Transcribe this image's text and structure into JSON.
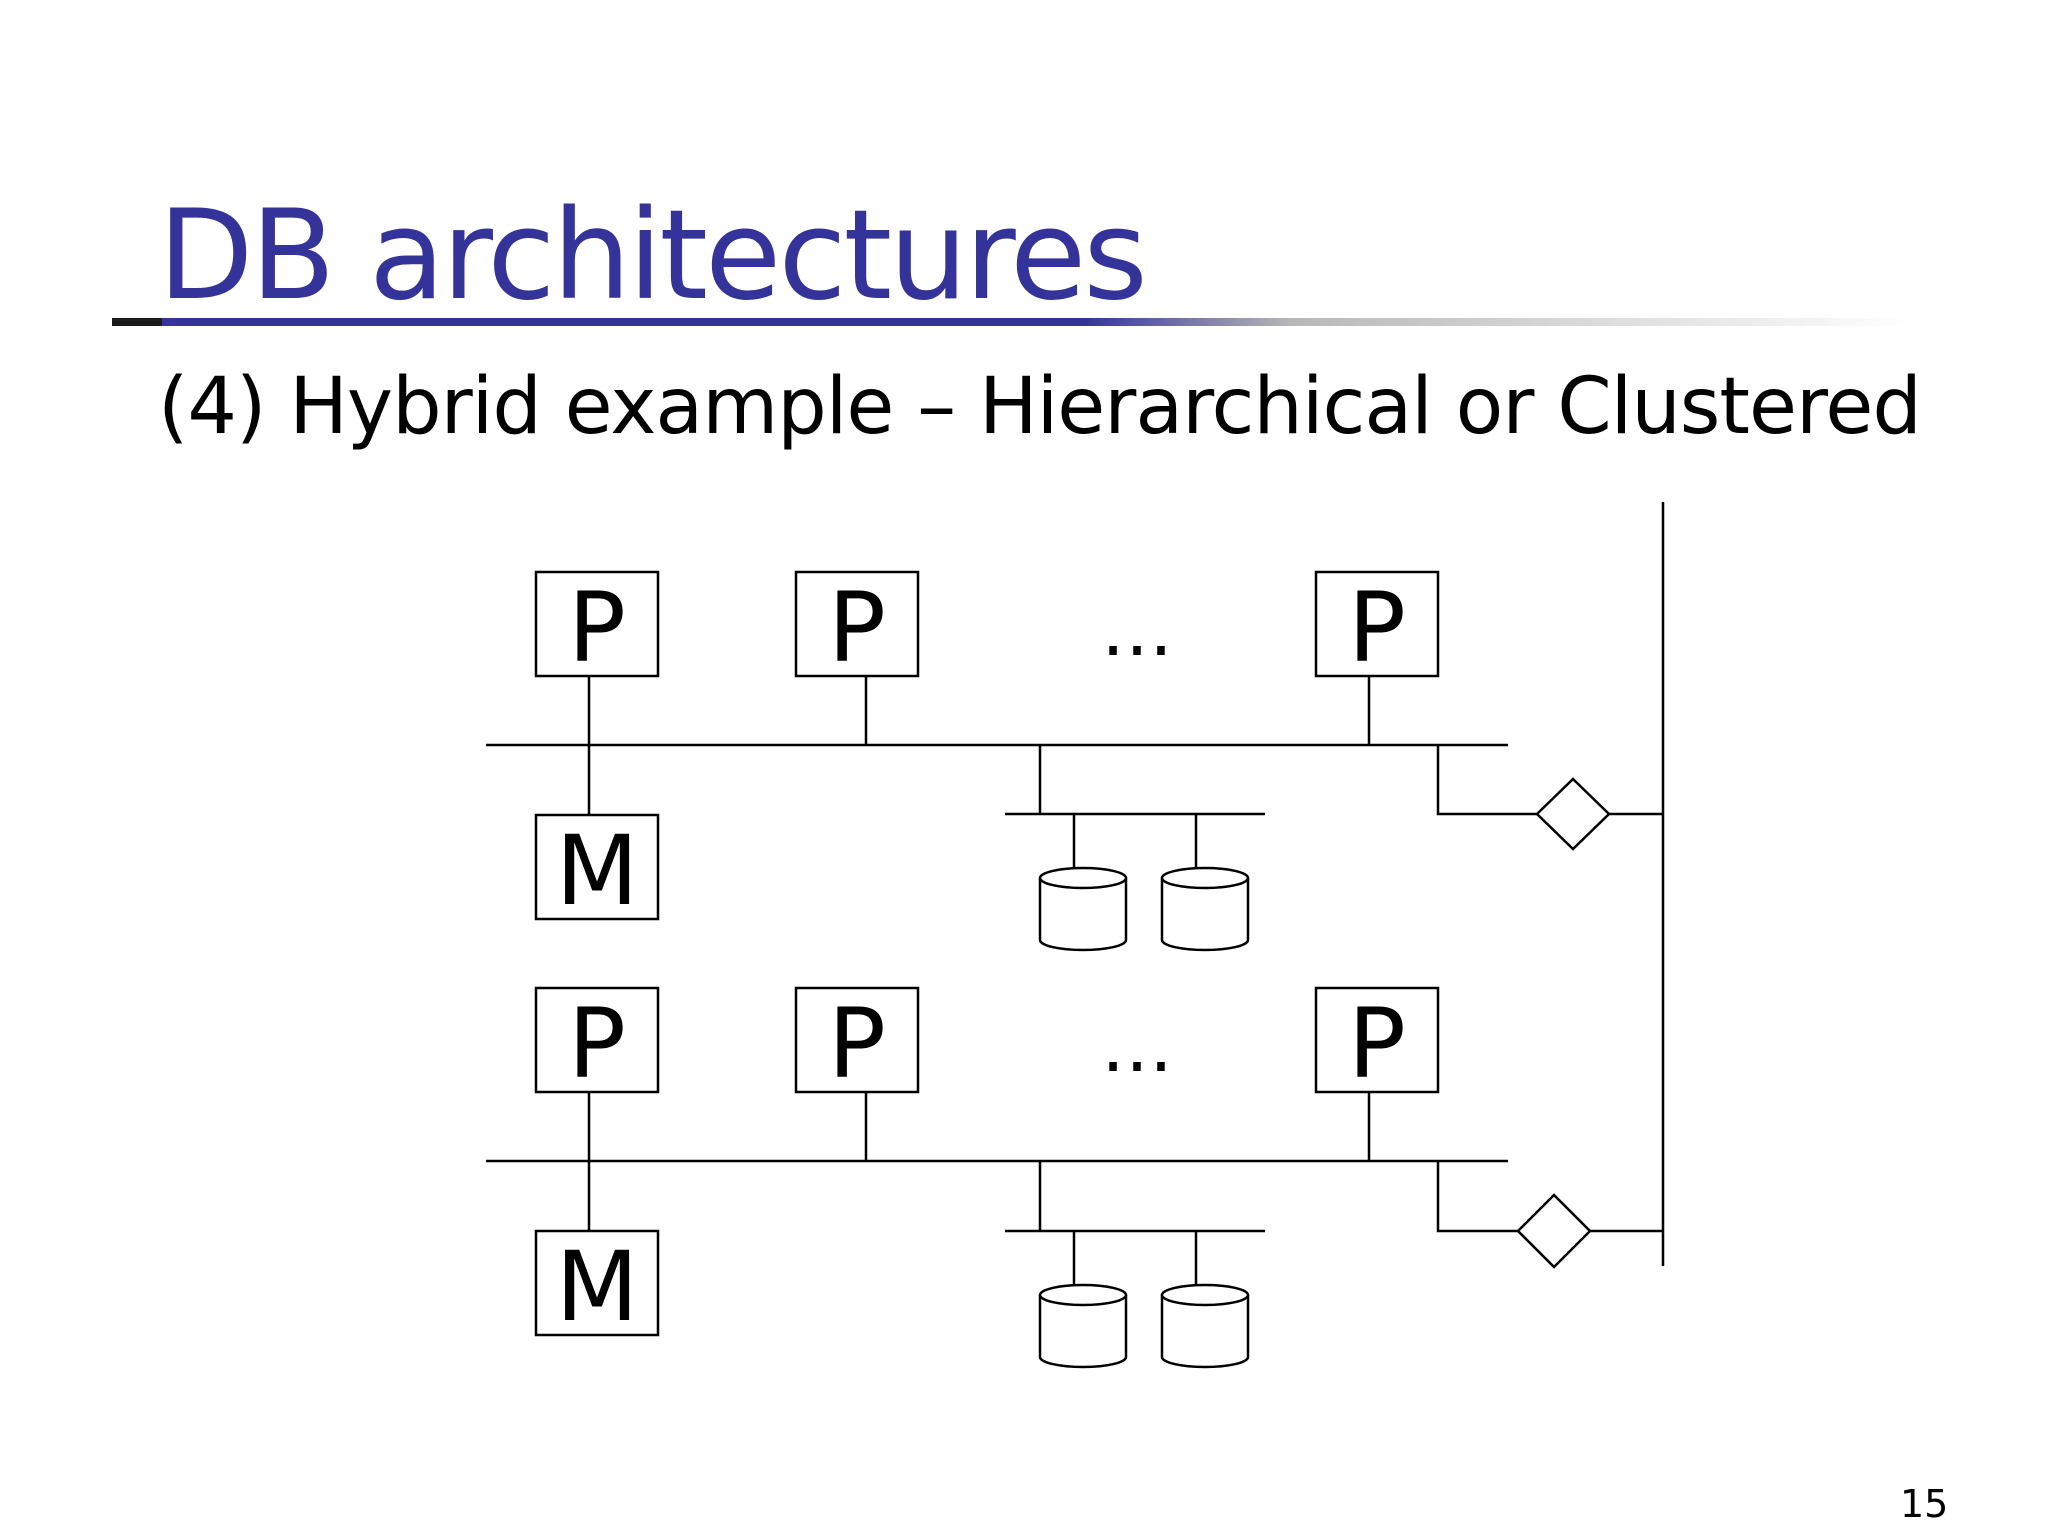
{
  "slide": {
    "title": "DB architectures",
    "subtitle": "(4) Hybrid example – Hierarchical or Clustered",
    "page_number": "15"
  },
  "diagram": {
    "clusters": [
      {
        "processors": [
          "P",
          "P",
          "P"
        ],
        "ellipsis": "…",
        "memory": "M",
        "disk_count": 2
      },
      {
        "processors": [
          "P",
          "P",
          "P"
        ],
        "ellipsis": "…",
        "memory": "M",
        "disk_count": 2
      }
    ]
  }
}
